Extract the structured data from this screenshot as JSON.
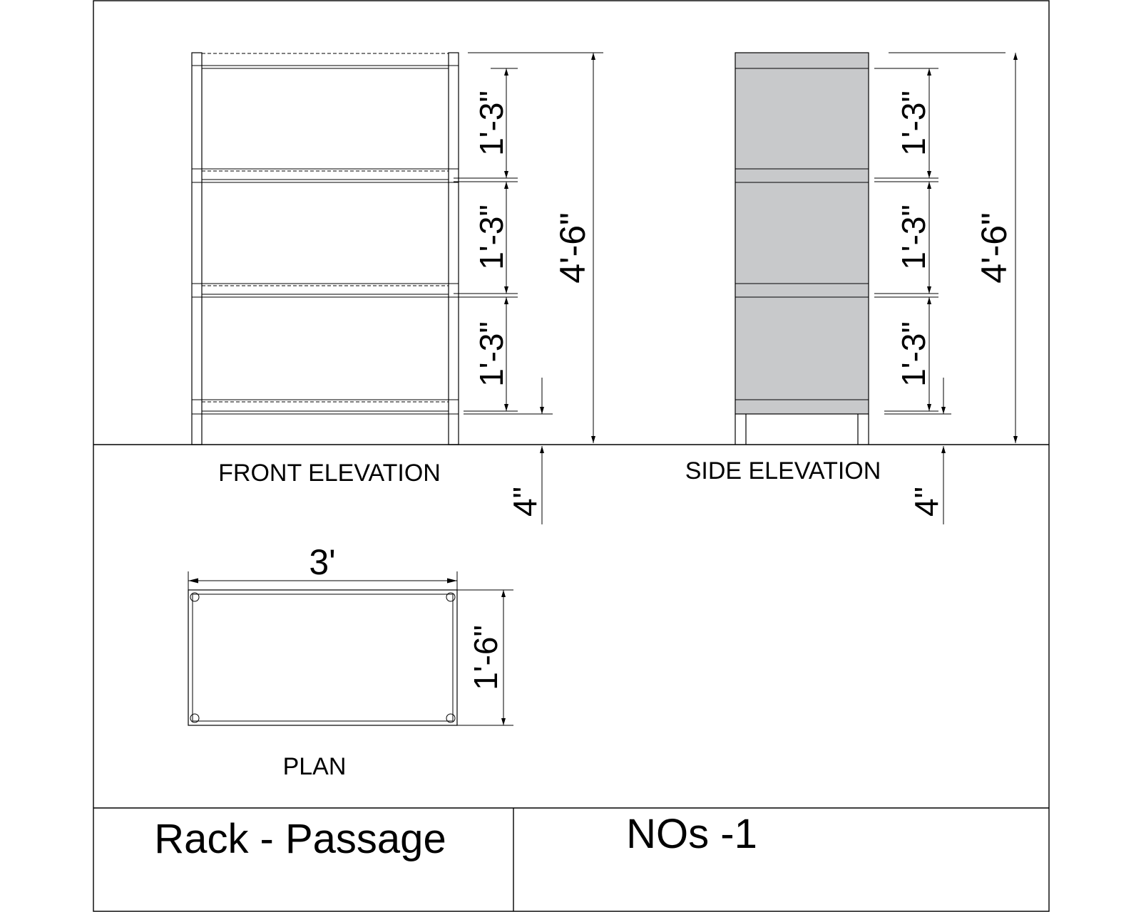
{
  "drawing": {
    "front_elevation": {
      "label": "FRONT ELEVATION",
      "dims": {
        "shelf_top": "1'-3\"",
        "shelf_mid": "1'-3\"",
        "shelf_bottom": "1'-3\"",
        "overall": "4'-6\"",
        "leg": "4\""
      }
    },
    "side_elevation": {
      "label": "SIDE ELEVATION",
      "fill_color": "#c8c9cb",
      "dims": {
        "shelf_top": "1'-3\"",
        "shelf_mid": "1'-3\"",
        "shelf_bottom": "1'-3\"",
        "overall": "4'-6\"",
        "leg": "4\""
      }
    },
    "plan": {
      "label": "PLAN",
      "dims": {
        "width": "3'",
        "depth": "1'-6\""
      }
    }
  },
  "title_block": {
    "name": "Rack - Passage",
    "quantity": "NOs -1"
  }
}
